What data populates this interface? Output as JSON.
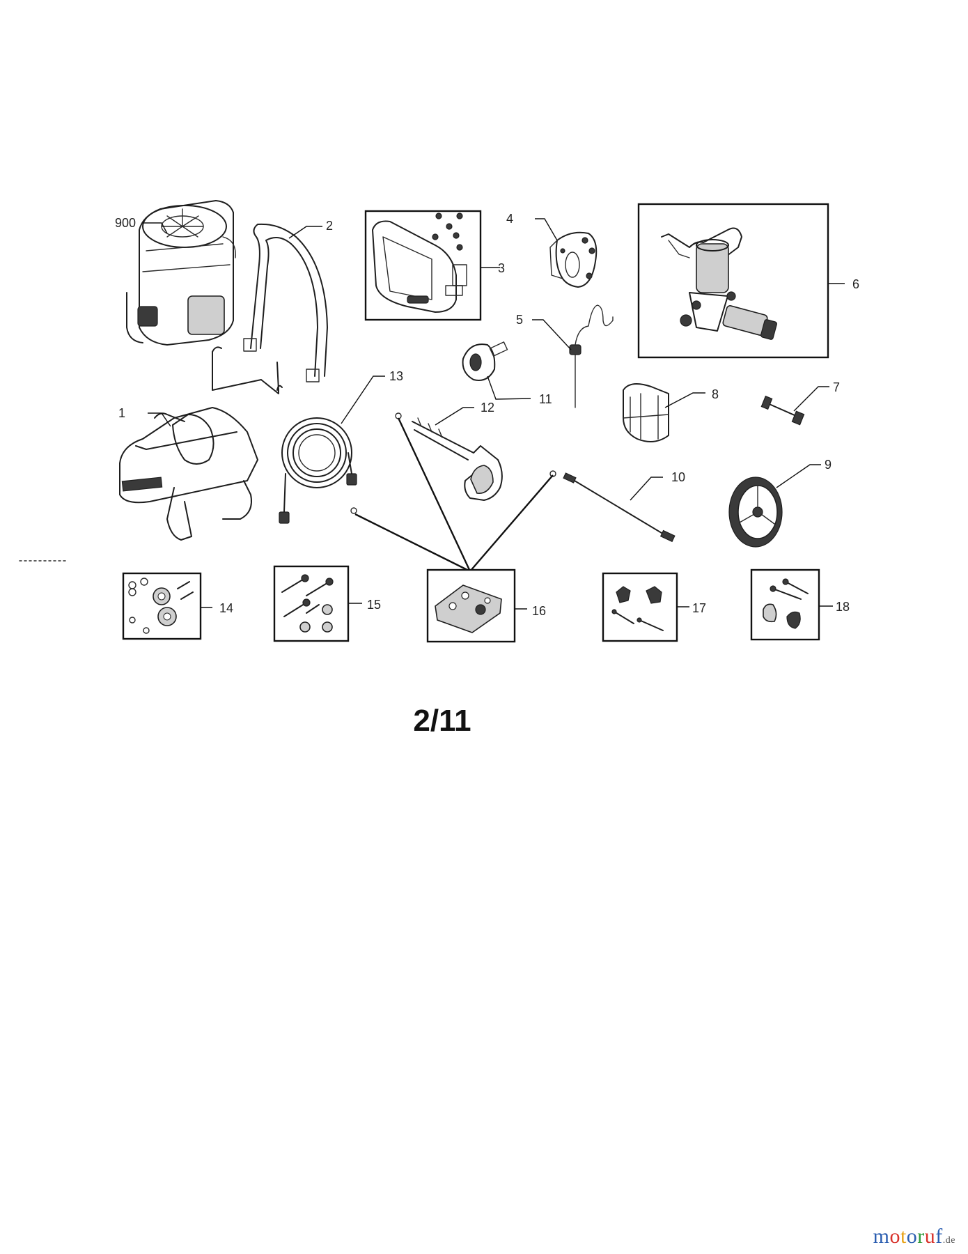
{
  "diagram": {
    "callouts": [
      {
        "id": "900",
        "label": "900"
      },
      {
        "id": "1",
        "label": "1"
      },
      {
        "id": "2",
        "label": "2"
      },
      {
        "id": "3",
        "label": "3"
      },
      {
        "id": "4",
        "label": "4"
      },
      {
        "id": "5",
        "label": "5"
      },
      {
        "id": "6",
        "label": "6"
      },
      {
        "id": "7",
        "label": "7"
      },
      {
        "id": "8",
        "label": "8"
      },
      {
        "id": "9",
        "label": "9"
      },
      {
        "id": "10",
        "label": "10"
      },
      {
        "id": "11",
        "label": "11"
      },
      {
        "id": "12",
        "label": "12"
      },
      {
        "id": "13",
        "label": "13"
      },
      {
        "id": "14",
        "label": "14"
      },
      {
        "id": "15",
        "label": "15"
      },
      {
        "id": "16",
        "label": "16"
      },
      {
        "id": "17",
        "label": "17"
      },
      {
        "id": "18",
        "label": "18"
      }
    ]
  },
  "page_number": "2/11",
  "watermark": {
    "letters": [
      {
        "char": "m",
        "color": "#2a5db0"
      },
      {
        "char": "o",
        "color": "#d8312a"
      },
      {
        "char": "t",
        "color": "#e8a318"
      },
      {
        "char": "o",
        "color": "#2a5db0"
      },
      {
        "char": "r",
        "color": "#2f9a3a"
      },
      {
        "char": "u",
        "color": "#d8312a"
      },
      {
        "char": "f",
        "color": "#2a5db0"
      }
    ],
    "tld": ".de",
    "tld_color": "#555555"
  }
}
